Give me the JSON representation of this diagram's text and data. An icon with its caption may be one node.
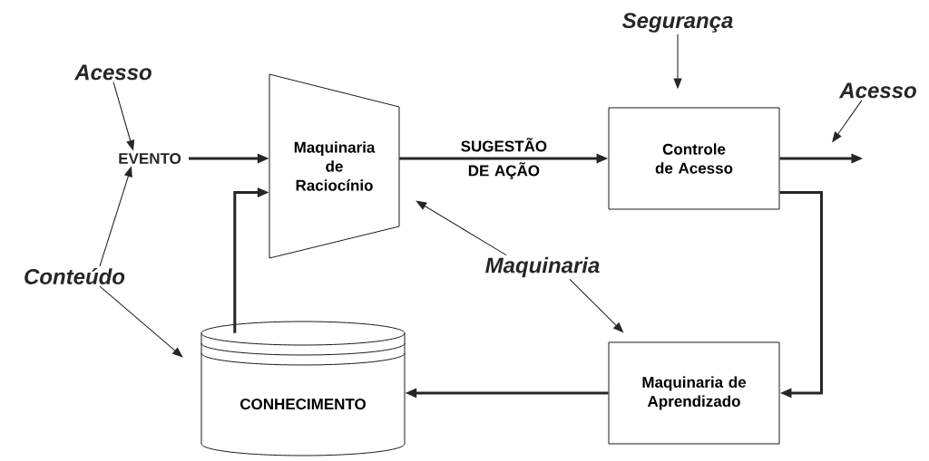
{
  "diagram": {
    "nodes": [
      {
        "text": [
          "Acesso"
        ]
      },
      {
        "text": [
          "EVENTO"
        ]
      },
      {
        "text": [
          "Conteúdo"
        ]
      },
      {
        "text": [
          "Maquinaria de Raciocínio"
        ]
      },
      {
        "text": [
          "Segurança"
        ]
      },
      {
        "text": [
          "Controle de Acesso"
        ]
      },
      {
        "text": [
          "Acesso"
        ]
      },
      {
        "text": [
          "Maquinaria"
        ]
      },
      {
        "text": [
          "CONHECIMENTO"
        ]
      },
      {
        "text": [
          "Maquinaria de Aprendizado"
        ]
      }
    ],
    "edges": [
      {
        "from": 0,
        "to": 1,
        "arrow": "to"
      },
      {
        "from": 2,
        "to": 1,
        "arrow": "to"
      },
      {
        "from": 2,
        "to": 8,
        "arrow": "to"
      },
      {
        "from": 1,
        "to": 3,
        "arrow": "to",
        "style": "thick"
      },
      {
        "from": 8,
        "to": 3,
        "arrow": "to",
        "style": "thick"
      },
      {
        "from": 3,
        "to": 5,
        "arrow": "to",
        "label": "SUGESTÃO DE AÇÃO",
        "style": "thick"
      },
      {
        "from": 4,
        "to": 5,
        "arrow": "to"
      },
      {
        "from": 5,
        "to": null,
        "arrow": "to",
        "style": "thick"
      },
      {
        "from": 6,
        "to": null,
        "arrow": "to"
      },
      {
        "from": 7,
        "to": 3,
        "arrow": "to"
      },
      {
        "from": 7,
        "to": 9,
        "arrow": "to"
      },
      {
        "from": 5,
        "to": 9,
        "arrow": "to",
        "style": "thick"
      },
      {
        "from": 9,
        "to": 8,
        "arrow": "to",
        "style": "thick"
      }
    ]
  }
}
